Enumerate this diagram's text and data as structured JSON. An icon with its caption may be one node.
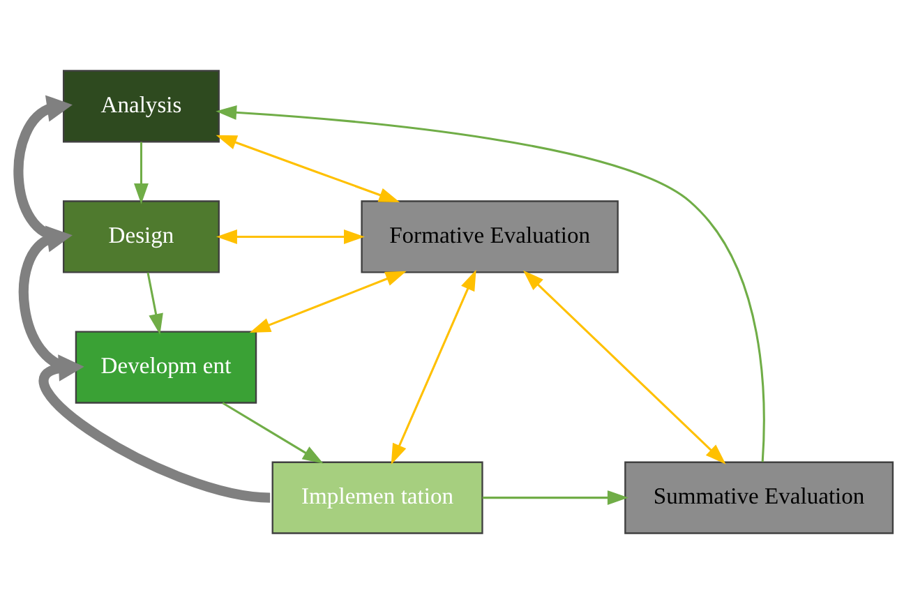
{
  "diagram": {
    "nodes": [
      {
        "text": [
          "Analysis"
        ]
      },
      {
        "text": [
          "Design"
        ]
      },
      {
        "text": [
          "Developm ent"
        ]
      },
      {
        "text": [
          "Implemen tation"
        ]
      },
      {
        "text": [
          "Formative Evaluation"
        ]
      },
      {
        "text": [
          "Summative Evaluation"
        ]
      }
    ],
    "edges": [
      {
        "from": 0,
        "to": 1,
        "arrow": "to",
        "color": "#70ad47"
      },
      {
        "from": 1,
        "to": 2,
        "arrow": "to",
        "color": "#70ad47"
      },
      {
        "from": 2,
        "to": 3,
        "arrow": "to",
        "color": "#70ad47"
      },
      {
        "from": 1,
        "to": 0,
        "arrow": "to",
        "style": "thick",
        "color": "#808080"
      },
      {
        "from": 2,
        "to": 1,
        "arrow": "to",
        "style": "thick",
        "color": "#808080"
      },
      {
        "from": 3,
        "to": 2,
        "arrow": "to",
        "style": "thick",
        "color": "#808080"
      },
      {
        "from": 0,
        "to": 4,
        "arrow": "both",
        "color": "#ffc000"
      },
      {
        "from": 1,
        "to": 4,
        "arrow": "both",
        "color": "#ffc000"
      },
      {
        "from": 2,
        "to": 4,
        "arrow": "both",
        "color": "#ffc000"
      },
      {
        "from": 3,
        "to": 4,
        "arrow": "both",
        "color": "#ffc000"
      },
      {
        "from": 4,
        "to": 5,
        "arrow": "both",
        "color": "#ffc000"
      },
      {
        "from": 3,
        "to": 5,
        "arrow": "to",
        "color": "#70ad47"
      },
      {
        "from": 5,
        "to": 0,
        "arrow": "to",
        "color": "#70ad47"
      }
    ]
  }
}
